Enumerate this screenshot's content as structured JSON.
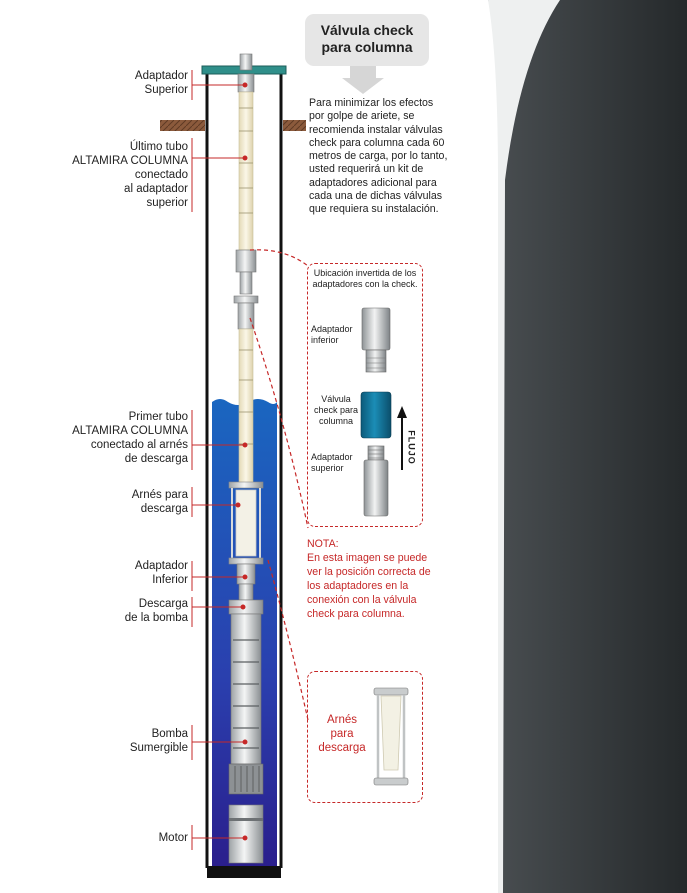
{
  "bubble": {
    "line1": "Válvula check",
    "line2": "para columna"
  },
  "description": "Para minimizar los efectos por golpe de ariete, se recomienda instalar válvulas check para columna cada 60 metros de carga, por lo tanto, usted requerirá un kit de adaptadores adicional para cada una de dichas válvulas que requiera su instalación.",
  "labels": {
    "adaptador_superior": [
      "Adaptador",
      "Superior"
    ],
    "ultimo_tubo": [
      "Último tubo",
      "ALTAMIRA COLUMNA",
      "conectado",
      "al adaptador",
      "superior"
    ],
    "primer_tubo": [
      "Primer tubo",
      "ALTAMIRA COLUMNA",
      "conectado al arnés",
      "de descarga"
    ],
    "arnes": [
      "Arnés para",
      "descarga"
    ],
    "adaptador_inferior": [
      "Adaptador",
      "Inferior"
    ],
    "descarga_bomba": [
      "Descarga",
      "de la bomba"
    ],
    "bomba": [
      "Bomba",
      "Sumergible"
    ],
    "motor": [
      "Motor"
    ]
  },
  "inset": {
    "title": "Ubicación invertida de los adaptadores con la check.",
    "adaptador_inferior": "Adaptador inferior",
    "valvula": "Válvula check para columna",
    "adaptador_superior": "Adaptador superior",
    "flujo": "FLUJO"
  },
  "note": {
    "heading": "NOTA:",
    "text": "En esta imagen se puede ver la posición correcta de los adaptadores en la conexión con la válvula check para columna."
  },
  "arnes_inset": [
    "Arnés",
    "para",
    "descarga"
  ],
  "colors": {
    "accent_red": "#c62828",
    "water_blue": "#1f56b0",
    "pipe_cream": "#f3ecd0",
    "dark_panel": "#2f3336"
  }
}
